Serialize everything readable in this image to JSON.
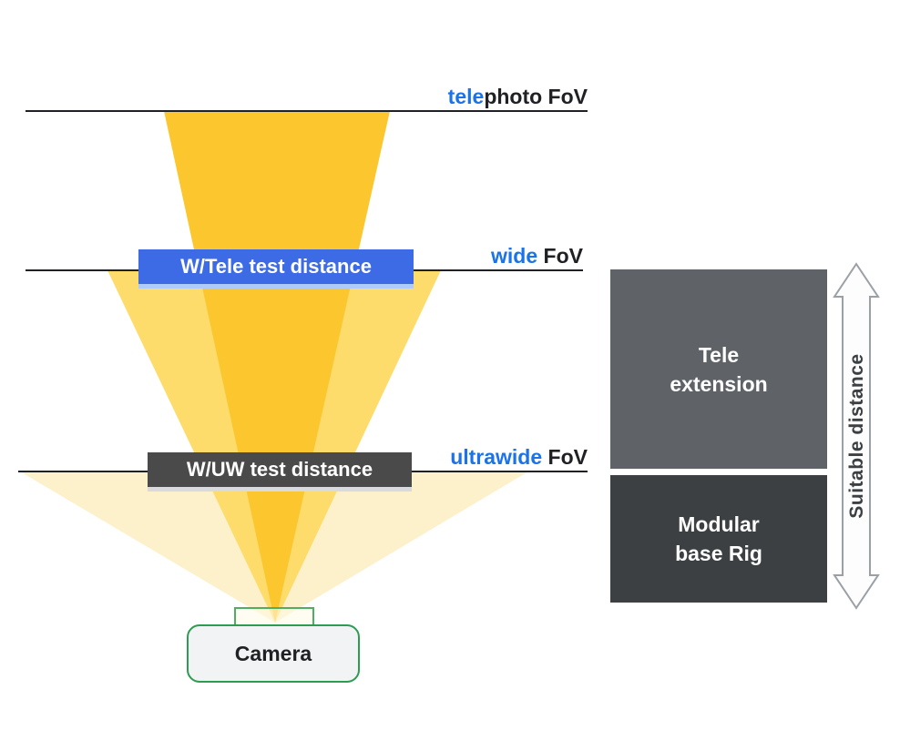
{
  "fov_labels": {
    "telephoto": {
      "highlight": "tele",
      "rest": "photo FoV"
    },
    "wide": {
      "highlight": "wide",
      "rest": " FoV"
    },
    "ultrawide": {
      "highlight": "ultrawide",
      "rest": " FoV"
    }
  },
  "test_distances": {
    "w_tele": "W/Tele test distance",
    "w_uw": "W/UW test distance"
  },
  "rig": {
    "tele_extension": [
      "Tele",
      "extension"
    ],
    "modular_base": [
      "Modular",
      "base Rig"
    ],
    "suitable_distance": "Suitable distance"
  },
  "camera": {
    "label": "Camera"
  },
  "colors": {
    "fov_highlight_blue": "#1a73e8",
    "distance_line": "#202124",
    "telephoto_cone": "#fcc62f",
    "wide_cone": "#fddc6c",
    "ultrawide_cone": "#fcf1cb",
    "w_tele_box": "#3d6be6",
    "w_uw_box": "#4a4a4a",
    "tele_extension_box": "#5f6368",
    "modular_base_box": "#3c4043",
    "camera_border_green": "#2d9c52",
    "arrow_outline": "#9aa0a6"
  }
}
